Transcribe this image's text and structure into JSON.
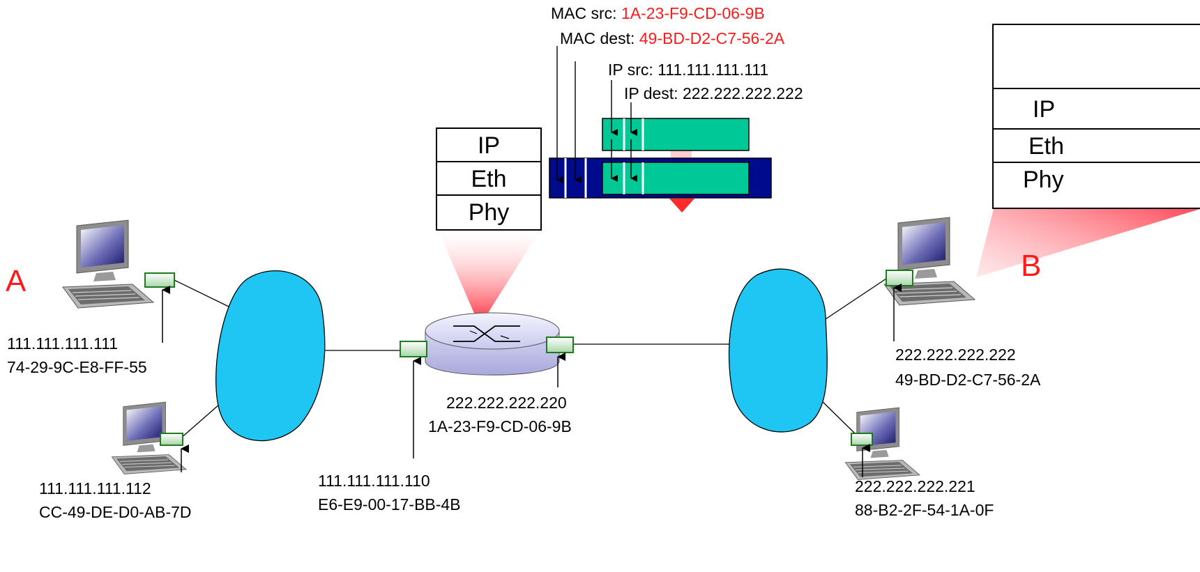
{
  "hosts": {
    "A": {
      "name": "A",
      "ip": "111.111.111.111",
      "mac": "74-29-9C-E8-FF-55"
    },
    "A2": {
      "ip": "111.111.111.112",
      "mac": "CC-49-DE-D0-AB-7D"
    },
    "B": {
      "name": "B",
      "ip": "222.222.222.222",
      "mac": "49-BD-D2-C7-56-2A"
    },
    "B2": {
      "ip": "222.222.222.221",
      "mac": "88-B2-2F-54-1A-0F"
    }
  },
  "router": {
    "left_iface": {
      "ip": "111.111.111.110",
      "mac": "E6-E9-00-17-BB-4B"
    },
    "right_iface": {
      "ip": "222.222.222.220",
      "mac": "1A-23-F9-CD-06-9B"
    },
    "stack": [
      "IP",
      "Eth",
      "Phy"
    ]
  },
  "host_b_stack": [
    "IP",
    "Eth",
    "Phy"
  ],
  "frame": {
    "mac_src_label": "MAC src:",
    "mac_src_value": "1A-23-F9-CD-06-9B",
    "mac_dest_label": "MAC dest:",
    "mac_dest_value": "49-BD-D2-C7-56-2A",
    "ip_src": "IP src: 111.111.111.111",
    "ip_dest": "IP dest: 222.222.222.222"
  },
  "colors": {
    "cloud": "#1fc6f4",
    "ip_datagram": "#00c896",
    "eth_frame": "#000a8c",
    "highlight_red": "#ff1a1a",
    "nic_green": "#1e7a1e"
  }
}
